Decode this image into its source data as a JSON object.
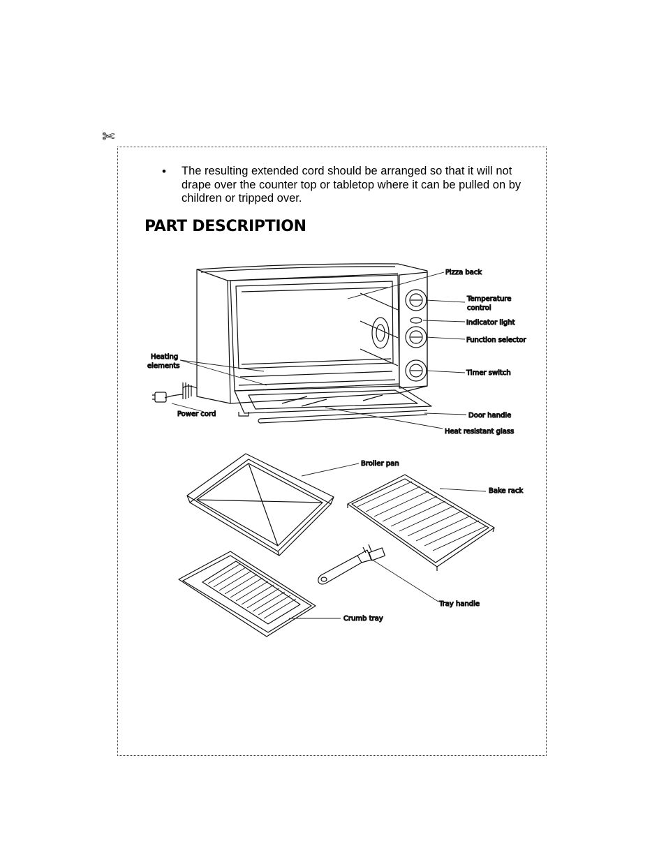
{
  "icons": {
    "cut_line": "scissors-icon"
  },
  "bullet": {
    "text": "The resulting extended cord should be arranged so that it will not drape over the counter top or tabletop where it can be pulled on by children or tripped over."
  },
  "section": {
    "title": "PART DESCRIPTION"
  },
  "labels": {
    "pizza_back": "Pizza back",
    "temperature_control_1": "Temperature",
    "temperature_control_2": "control",
    "indicator_light": "Indicator light",
    "function_selector": "Function selector",
    "timer_switch": "Timer switch",
    "heating_elements_1": "Heating",
    "heating_elements_2": "elements",
    "power_cord": "Power cord",
    "door_handle": "Door handle",
    "heat_resistant_glass": "Heat resistant glass",
    "broiler_pan": "Broiler pan",
    "bake_rack": "Bake rack",
    "tray_handle": "Tray handle",
    "crumb_tray": "Crumb tray"
  }
}
